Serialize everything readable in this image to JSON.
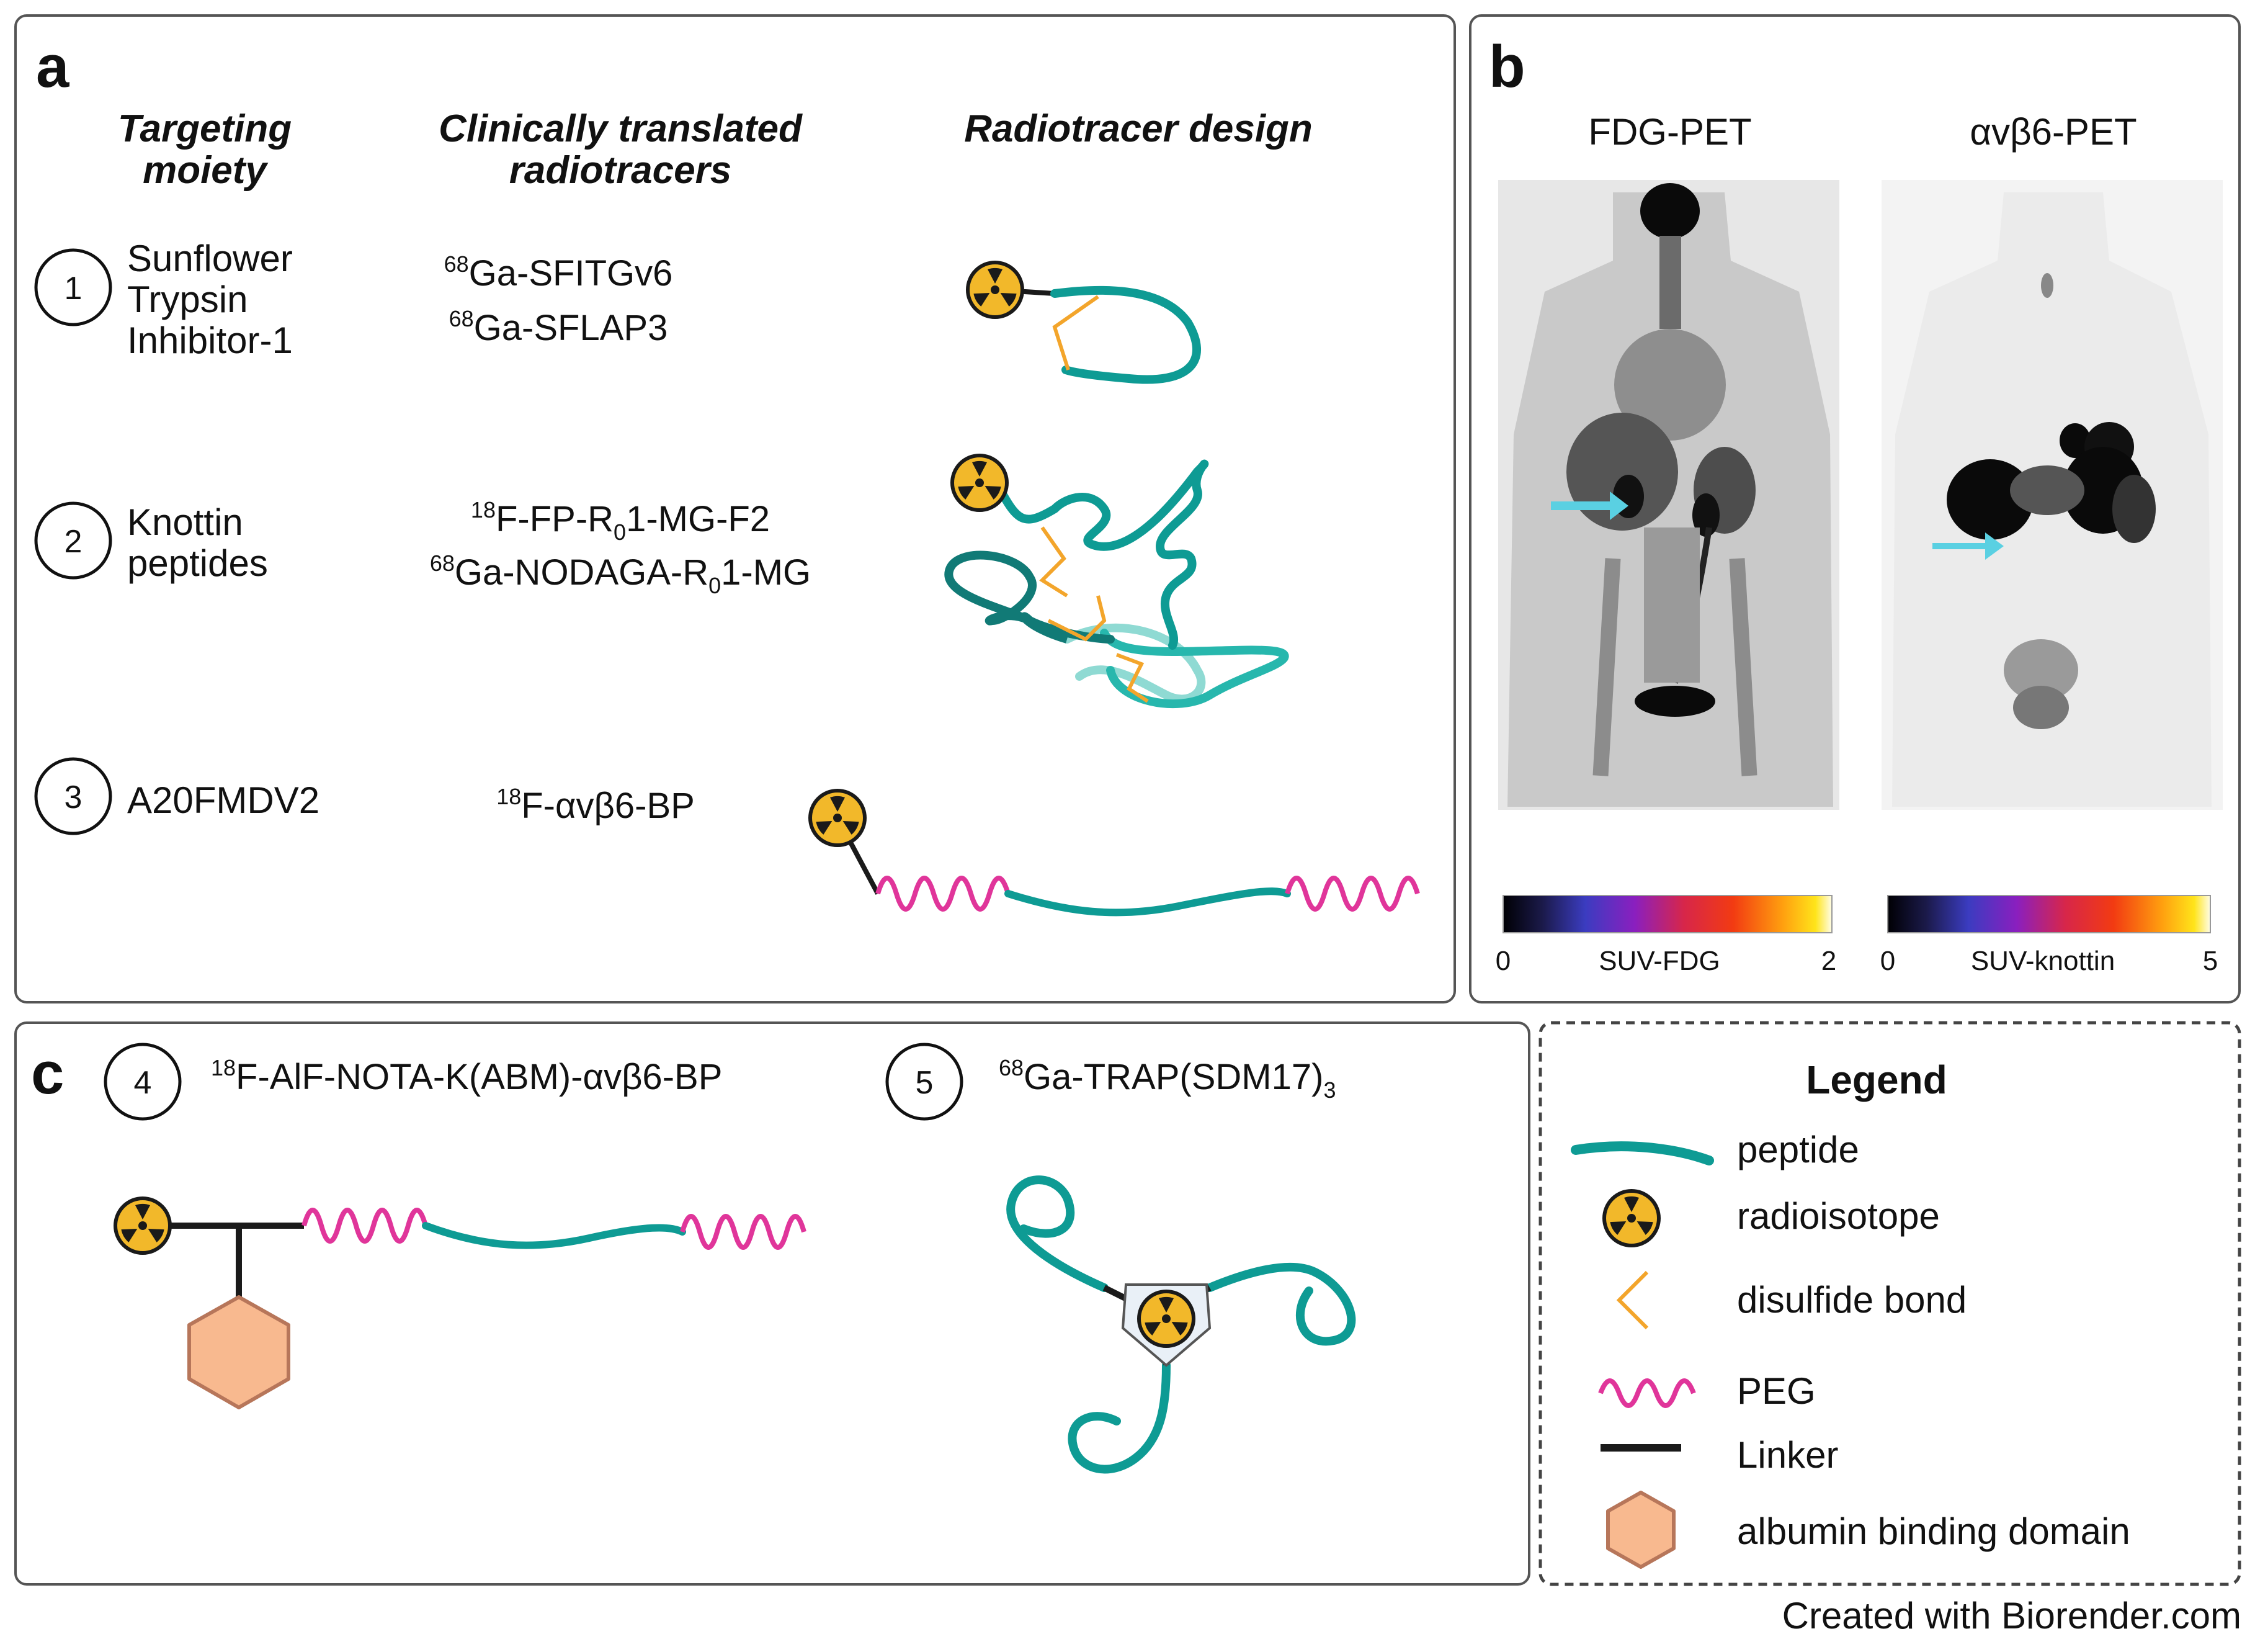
{
  "panel_a": {
    "letter": "a",
    "headers": {
      "targeting": [
        "Targeting",
        "moiety"
      ],
      "clinical": [
        "Clinically translated",
        "radiotracers"
      ],
      "design": "Radiotracer design"
    },
    "rows": [
      {
        "num": "1",
        "moiety": [
          "Sunflower",
          "Trypsin",
          "Inhibitor-1"
        ],
        "tracers": [
          {
            "sup": "68",
            "base": "Ga-SFITGv6"
          },
          {
            "sup": "68",
            "base": "Ga-SFLAP3"
          }
        ]
      },
      {
        "num": "2",
        "moiety": [
          "Knottin",
          "peptides"
        ],
        "tracers": [
          {
            "sup": "18",
            "pre": "F-FP-R",
            "sub": "0",
            "post": "1-MG-F2"
          },
          {
            "sup": "68",
            "pre": "Ga-NODAGA-R",
            "sub": "0",
            "post": "1-MG"
          }
        ]
      },
      {
        "num": "3",
        "moiety": [
          "A20FMDV2"
        ],
        "tracers": [
          {
            "sup": "18",
            "base": "F-αvβ6-BP"
          }
        ]
      }
    ]
  },
  "panel_b": {
    "letter": "b",
    "left_title": "FDG-PET",
    "right_title": "αvβ6-PET",
    "left_scale": {
      "min": "0",
      "label": "SUV-FDG",
      "max": "2"
    },
    "right_scale": {
      "min": "0",
      "label": "SUV-knottin",
      "max": "5"
    }
  },
  "panel_c": {
    "letter": "c",
    "item4": {
      "num": "4",
      "sup": "18",
      "base": "F-AlF-NOTA-K(ABM)-αvβ6-BP"
    },
    "item5": {
      "num": "5",
      "sup": "68",
      "base": "Ga-TRAP(SDM17)",
      "sub": "3"
    }
  },
  "legend": {
    "title": "Legend",
    "items": [
      "peptide",
      "radioisotope",
      "disulfide bond",
      "PEG",
      "Linker",
      "albumin binding domain"
    ]
  },
  "credit": "Created with Biorender.com",
  "colors": {
    "peptide": "#0e9b94",
    "peptide_dark": "#117a76",
    "peptide_light": "#8fdad3",
    "radioisotope": "#f2b82a",
    "disulfide": "#f3a52b",
    "peg": "#e0359a",
    "linker": "#1a1a1a",
    "albumin": "#f8b98f",
    "albumin_edge": "#b7765a",
    "arrow": "#5ad0e2"
  }
}
